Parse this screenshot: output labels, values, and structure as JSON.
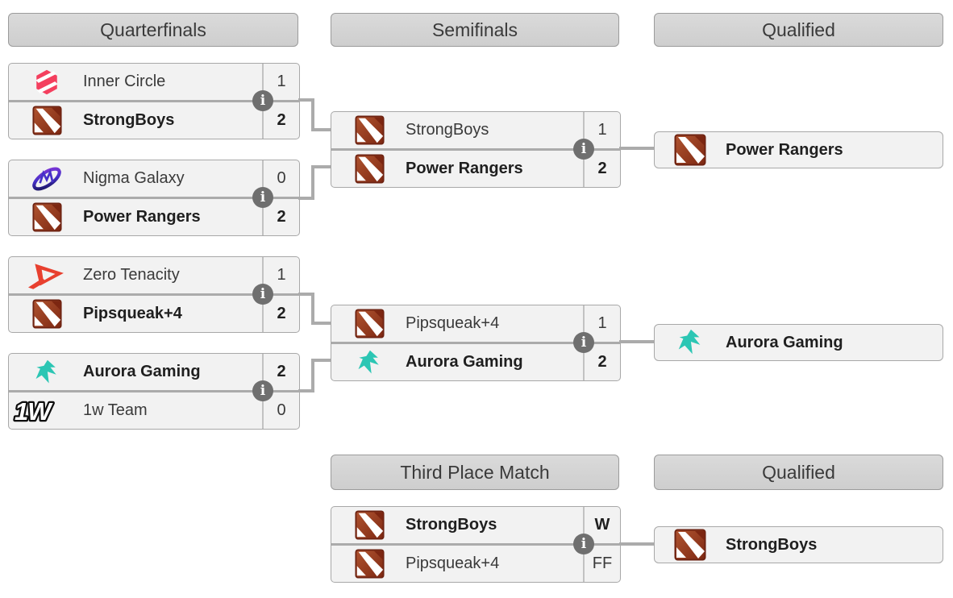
{
  "headers": {
    "quarterfinals": "Quarterfinals",
    "semifinals": "Semifinals",
    "qualified_top": "Qualified",
    "third_place": "Third Place Match",
    "qualified_bottom": "Qualified"
  },
  "matches": [
    {
      "round": "quarterfinal",
      "top": {
        "name": "Inner Circle",
        "score": "1",
        "logo": "inner-circle-icon",
        "winner": false
      },
      "bottom": {
        "name": "StrongBoys",
        "score": "2",
        "logo": "dota2-icon",
        "winner": true
      }
    },
    {
      "round": "quarterfinal",
      "top": {
        "name": "Nigma Galaxy",
        "score": "0",
        "logo": "nigma-galaxy-icon",
        "winner": false
      },
      "bottom": {
        "name": "Power Rangers",
        "score": "2",
        "logo": "dota2-icon",
        "winner": true
      }
    },
    {
      "round": "quarterfinal",
      "top": {
        "name": "Zero Tenacity",
        "score": "1",
        "logo": "zero-tenacity-icon",
        "winner": false
      },
      "bottom": {
        "name": "Pipsqueak+4",
        "score": "2",
        "logo": "dota2-icon",
        "winner": true
      }
    },
    {
      "round": "quarterfinal",
      "top": {
        "name": "Aurora Gaming",
        "score": "2",
        "logo": "aurora-gaming-icon",
        "winner": true
      },
      "bottom": {
        "name": "1w Team",
        "score": "0",
        "logo": "one-w-team-icon",
        "winner": false
      }
    },
    {
      "round": "semifinal",
      "top": {
        "name": "StrongBoys",
        "score": "1",
        "logo": "dota2-icon",
        "winner": false
      },
      "bottom": {
        "name": "Power Rangers",
        "score": "2",
        "logo": "dota2-icon",
        "winner": true
      }
    },
    {
      "round": "semifinal",
      "top": {
        "name": "Pipsqueak+4",
        "score": "1",
        "logo": "dota2-icon",
        "winner": false
      },
      "bottom": {
        "name": "Aurora Gaming",
        "score": "2",
        "logo": "aurora-gaming-icon",
        "winner": true
      }
    },
    {
      "round": "third-place",
      "top": {
        "name": "StrongBoys",
        "score": "W",
        "logo": "dota2-icon",
        "winner": true
      },
      "bottom": {
        "name": "Pipsqueak+4",
        "score": "FF",
        "logo": "dota2-icon",
        "winner": false
      }
    }
  ],
  "qualified": [
    {
      "name": "Power Rangers",
      "logo": "dota2-icon"
    },
    {
      "name": "Aurora Gaming",
      "logo": "aurora-gaming-icon"
    },
    {
      "name": "StrongBoys",
      "logo": "dota2-icon"
    }
  ],
  "info_icon": {
    "glyph": "i"
  },
  "colors": {
    "header_bg": "#d5d5d5",
    "box_bg": "#f2f2f2",
    "box_border": "#a8a8a8",
    "divider": "#ababab",
    "connector": "#ababab",
    "info_badge_bg": "#6f6f6f",
    "text": "#3a3a3a",
    "winner_text": "#1f1f1f",
    "dota_red": "#96341f",
    "inner_circle_pink": "#f43f5e",
    "nigma_purple": "#8636d8",
    "nigma_dark_blue": "#141153",
    "zero_tenacity_red": "#e8402f",
    "aurora_teal": "#2cc6b4",
    "one_w_black": "#0d0d0d"
  }
}
